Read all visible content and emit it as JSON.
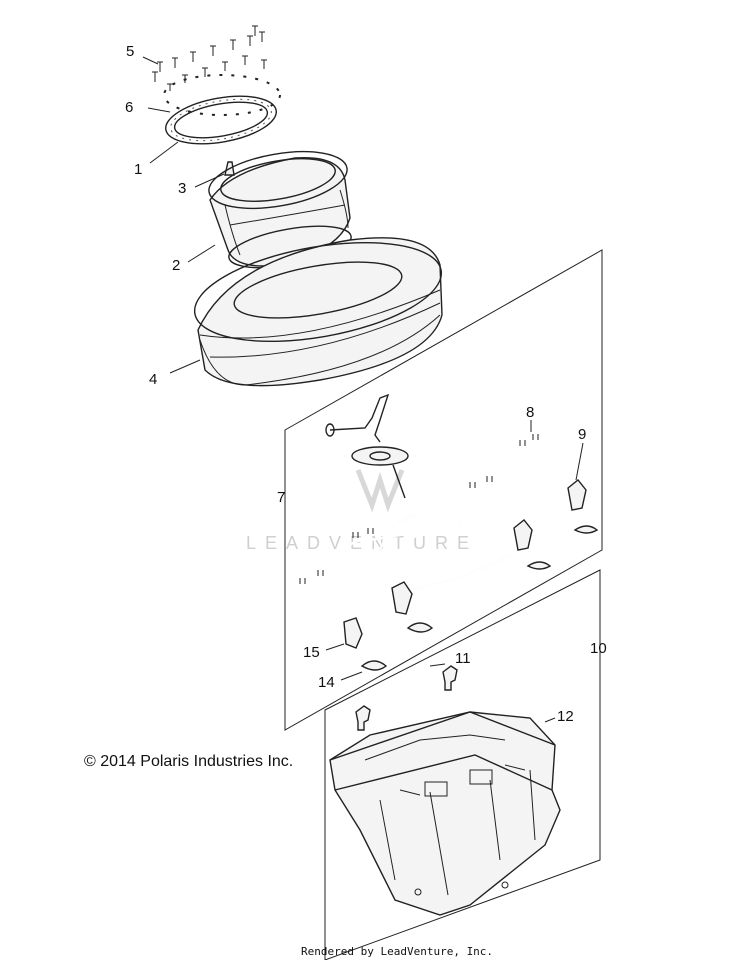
{
  "callouts": {
    "c1": "1",
    "c2": "2",
    "c3": "3",
    "c4": "4",
    "c5": "5",
    "c6": "6",
    "c7": "7",
    "c8": "8",
    "c9": "9",
    "c10": "10",
    "c11": "11",
    "c12": "12",
    "c14": "14",
    "c15": "15"
  },
  "copyright": "© 2014 Polaris Industries Inc.",
  "footer": "Rendered by LeadVenture, Inc.",
  "watermark": "LEADVENTURE"
}
